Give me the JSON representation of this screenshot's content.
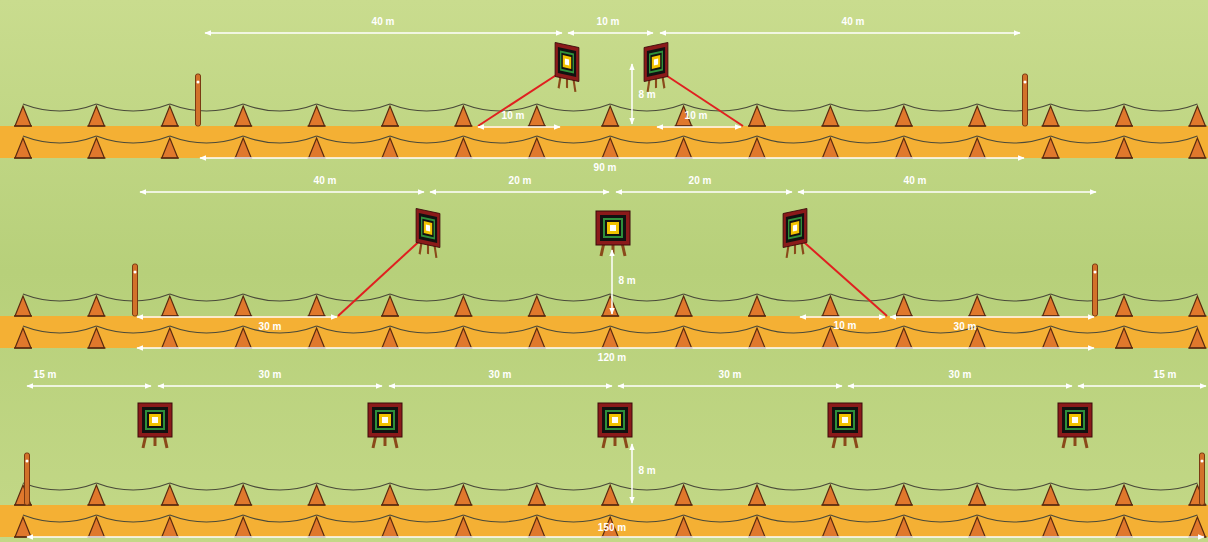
{
  "diagram": {
    "labels": [
      "40 m",
      "10 m",
      "40 m",
      "8 m",
      "10 m",
      "10 m",
      "90 m",
      "40 m",
      "20 m",
      "20 m",
      "40 m",
      "8 m",
      "30 m",
      "10 m",
      "30 m",
      "120 m",
      "15 m",
      "30 m",
      "30 m",
      "30 m",
      "30 m",
      "15 m",
      "8 m",
      "150 m"
    ]
  }
}
